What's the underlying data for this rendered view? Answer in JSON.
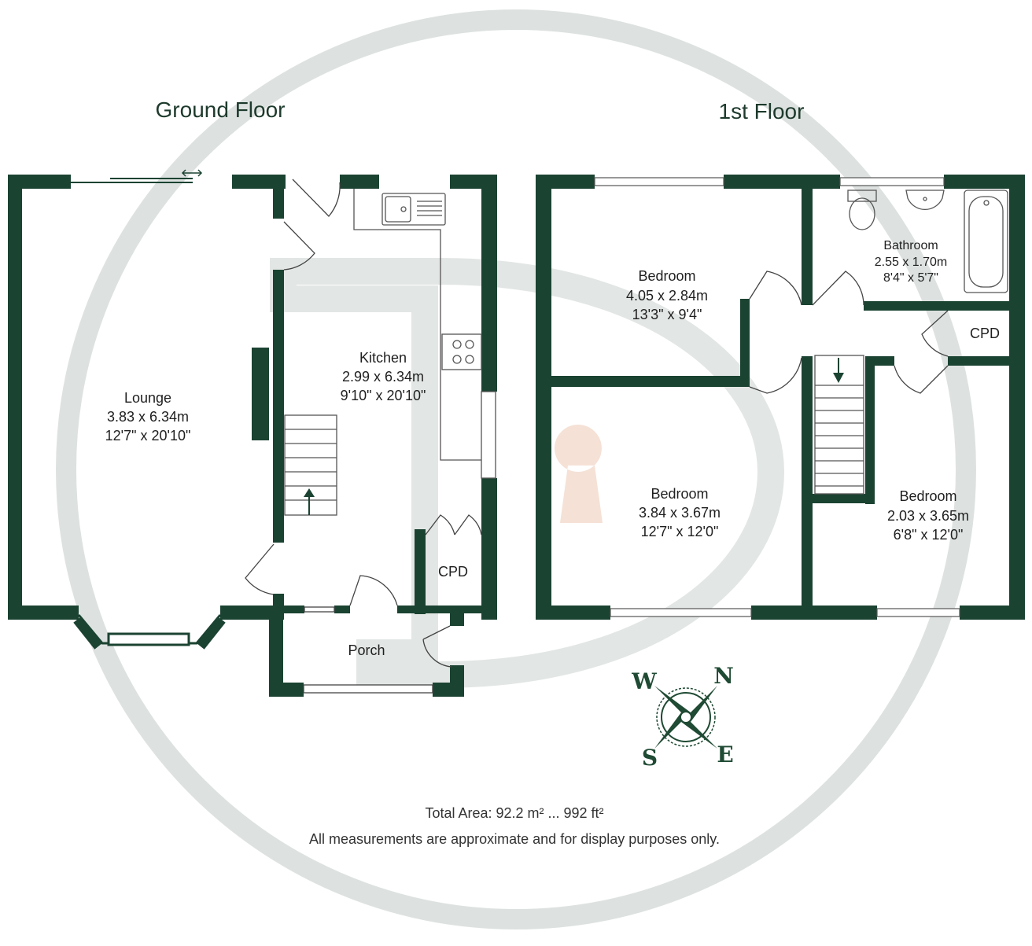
{
  "titles": {
    "ground": "Ground Floor",
    "first": "1st Floor"
  },
  "rooms": {
    "lounge": {
      "name": "Lounge",
      "metric": "3.83 x 6.34m",
      "imperial": "12'7\" x 20'10\""
    },
    "kitchen": {
      "name": "Kitchen",
      "metric": "2.99 x 6.34m",
      "imperial": "9'10\" x 20'10\""
    },
    "cpd_ground": {
      "name": "CPD"
    },
    "porch": {
      "name": "Porch"
    },
    "bedroom1": {
      "name": "Bedroom",
      "metric": "4.05 x 2.84m",
      "imperial": "13'3\" x 9'4\""
    },
    "bathroom": {
      "name": "Bathroom",
      "metric": "2.55 x 1.70m",
      "imperial": "8'4\" x 5'7\""
    },
    "cpd_first": {
      "name": "CPD"
    },
    "bedroom2": {
      "name": "Bedroom",
      "metric": "3.84 x 3.67m",
      "imperial": "12'7\" x 12'0\""
    },
    "bedroom3": {
      "name": "Bedroom",
      "metric": "2.03 x 3.65m",
      "imperial": "6'8\" x 12'0\""
    }
  },
  "compass": {
    "n": "N",
    "e": "E",
    "s": "S",
    "w": "W"
  },
  "footer": {
    "area": "Total Area: 92.2 m² ... 992 ft²",
    "disclaimer": "All measurements are approximate and for display purposes only."
  },
  "colors": {
    "wall": "#1b4332",
    "watermark": "#d9dedc",
    "keyhole": "#f3dcd0"
  }
}
